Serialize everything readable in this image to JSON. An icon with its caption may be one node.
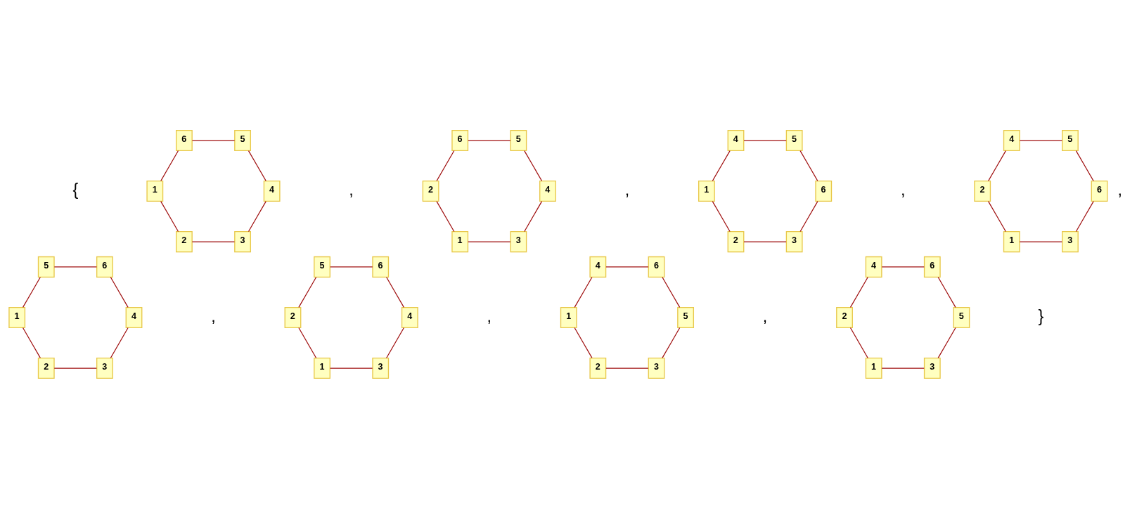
{
  "diagram": {
    "nodes": [
      {
        "text": [
          "3"
        ]
      },
      {
        "text": [
          "2"
        ]
      },
      {
        "text": [
          "4"
        ]
      },
      {
        "text": [
          "1"
        ]
      },
      {
        "text": [
          "5"
        ]
      },
      {
        "text": [
          "6"
        ]
      },
      {
        "text": [
          "3"
        ]
      },
      {
        "text": [
          "2"
        ]
      },
      {
        "text": [
          "4"
        ]
      },
      {
        "text": [
          "1"
        ]
      },
      {
        "text": [
          "5"
        ]
      },
      {
        "text": [
          "6"
        ]
      },
      {
        "text": [
          "3"
        ]
      },
      {
        "text": [
          "2"
        ]
      },
      {
        "text": [
          "4"
        ]
      },
      {
        "text": [
          "1"
        ]
      },
      {
        "text": [
          "5"
        ]
      },
      {
        "text": [
          "6"
        ]
      },
      {
        "text": [
          "3"
        ]
      },
      {
        "text": [
          "2"
        ]
      },
      {
        "text": [
          "4"
        ]
      },
      {
        "text": [
          "1"
        ]
      },
      {
        "text": [
          "5"
        ]
      },
      {
        "text": [
          "6"
        ]
      },
      {
        "text": [
          "3"
        ]
      },
      {
        "text": [
          "2"
        ]
      },
      {
        "text": [
          "4"
        ]
      },
      {
        "text": [
          "1"
        ]
      },
      {
        "text": [
          "5"
        ]
      },
      {
        "text": [
          "6"
        ]
      },
      {
        "text": [
          "3"
        ]
      },
      {
        "text": [
          "2"
        ]
      },
      {
        "text": [
          "4"
        ]
      },
      {
        "text": [
          "1"
        ]
      },
      {
        "text": [
          "5"
        ]
      },
      {
        "text": [
          "6"
        ]
      },
      {
        "text": [
          "3"
        ]
      },
      {
        "text": [
          "2"
        ]
      },
      {
        "text": [
          "4"
        ]
      },
      {
        "text": [
          "1"
        ]
      },
      {
        "text": [
          "5"
        ]
      },
      {
        "text": [
          "6"
        ]
      },
      {
        "text": [
          "3"
        ]
      },
      {
        "text": [
          "2"
        ]
      },
      {
        "text": [
          "4"
        ]
      },
      {
        "text": [
          "1"
        ]
      },
      {
        "text": [
          "5"
        ]
      },
      {
        "text": [
          "6"
        ]
      }
    ],
    "edges": [
      {
        "from": 0,
        "to": 1,
        "arrow": "none"
      },
      {
        "from": 1,
        "to": 3,
        "arrow": "none"
      },
      {
        "from": 3,
        "to": 5,
        "arrow": "none"
      },
      {
        "from": 5,
        "to": 4,
        "arrow": "none"
      },
      {
        "from": 4,
        "to": 2,
        "arrow": "none"
      },
      {
        "from": 2,
        "to": 0,
        "arrow": "none"
      },
      {
        "from": 6,
        "to": 9,
        "arrow": "none"
      },
      {
        "from": 7,
        "to": 9,
        "arrow": "none"
      },
      {
        "from": 7,
        "to": 11,
        "arrow": "none"
      },
      {
        "from": 11,
        "to": 10,
        "arrow": "none"
      },
      {
        "from": 10,
        "to": 8,
        "arrow": "none"
      },
      {
        "from": 8,
        "to": 6,
        "arrow": "none"
      },
      {
        "from": 12,
        "to": 13,
        "arrow": "none"
      },
      {
        "from": 13,
        "to": 15,
        "arrow": "none"
      },
      {
        "from": 14,
        "to": 15,
        "arrow": "none"
      },
      {
        "from": 12,
        "to": 17,
        "arrow": "none"
      },
      {
        "from": 16,
        "to": 17,
        "arrow": "none"
      },
      {
        "from": 14,
        "to": 16,
        "arrow": "none"
      },
      {
        "from": 18,
        "to": 21,
        "arrow": "none"
      },
      {
        "from": 19,
        "to": 21,
        "arrow": "none"
      },
      {
        "from": 20,
        "to": 19,
        "arrow": "none"
      },
      {
        "from": 18,
        "to": 23,
        "arrow": "none"
      },
      {
        "from": 22,
        "to": 23,
        "arrow": "none"
      },
      {
        "from": 20,
        "to": 22,
        "arrow": "none"
      },
      {
        "from": 24,
        "to": 25,
        "arrow": "none"
      },
      {
        "from": 25,
        "to": 27,
        "arrow": "none"
      },
      {
        "from": 26,
        "to": 24,
        "arrow": "none"
      },
      {
        "from": 26,
        "to": 29,
        "arrow": "none"
      },
      {
        "from": 28,
        "to": 27,
        "arrow": "none"
      },
      {
        "from": 28,
        "to": 29,
        "arrow": "none"
      },
      {
        "from": 30,
        "to": 33,
        "arrow": "none"
      },
      {
        "from": 31,
        "to": 33,
        "arrow": "none"
      },
      {
        "from": 32,
        "to": 30,
        "arrow": "none"
      },
      {
        "from": 31,
        "to": 34,
        "arrow": "none"
      },
      {
        "from": 32,
        "to": 35,
        "arrow": "none"
      },
      {
        "from": 34,
        "to": 35,
        "arrow": "none"
      },
      {
        "from": 36,
        "to": 37,
        "arrow": "none"
      },
      {
        "from": 37,
        "to": 39,
        "arrow": "none"
      },
      {
        "from": 36,
        "to": 40,
        "arrow": "none"
      },
      {
        "from": 38,
        "to": 39,
        "arrow": "none"
      },
      {
        "from": 38,
        "to": 41,
        "arrow": "none"
      },
      {
        "from": 40,
        "to": 41,
        "arrow": "none"
      },
      {
        "from": 42,
        "to": 45,
        "arrow": "none"
      },
      {
        "from": 43,
        "to": 45,
        "arrow": "none"
      },
      {
        "from": 43,
        "to": 44,
        "arrow": "none"
      },
      {
        "from": 42,
        "to": 46,
        "arrow": "none"
      },
      {
        "from": 44,
        "to": 47,
        "arrow": "none"
      },
      {
        "from": 46,
        "to": 47,
        "arrow": "none"
      }
    ],
    "labels": [
      "{",
      ",",
      ",",
      ",",
      ",",
      ",",
      ",",
      ",",
      "}"
    ]
  }
}
